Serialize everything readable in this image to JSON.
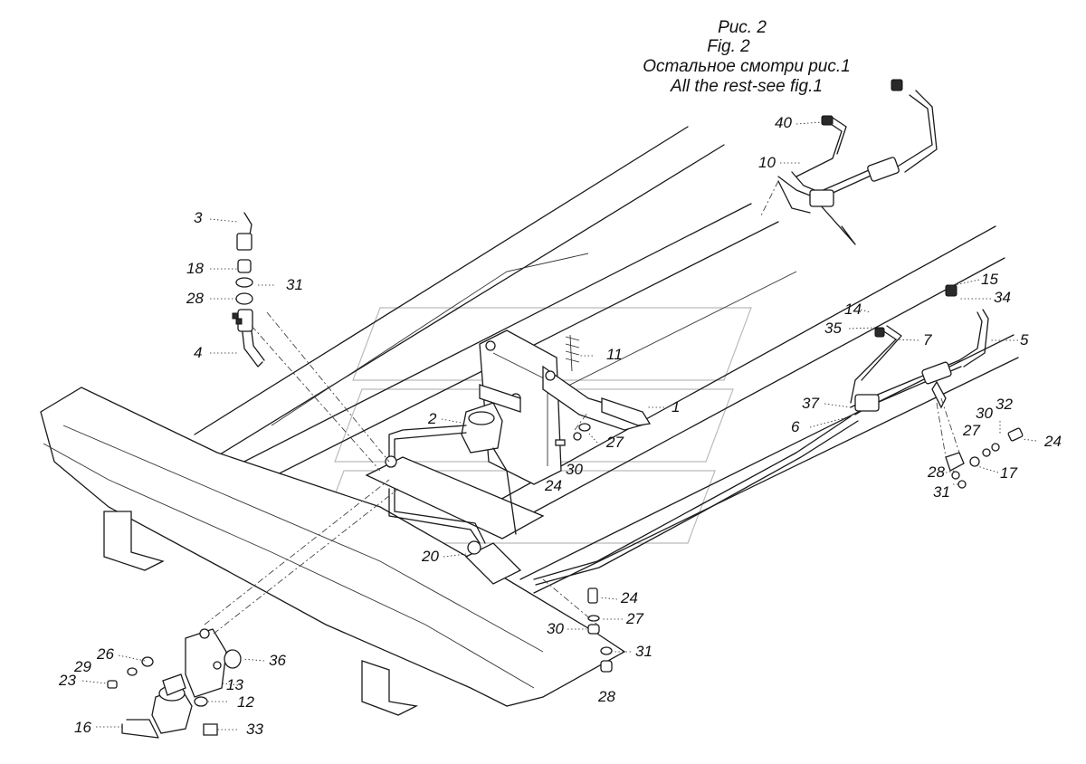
{
  "captions": {
    "fig_ru": "Рис. 2",
    "fig_en": "Fig. 2",
    "rest_ru": "Остальное смотри рис.1",
    "rest_en": "All the rest-see fig.1"
  },
  "callouts": {
    "n1": "1",
    "n2": "2",
    "n3": "3",
    "n4": "4",
    "n5": "5",
    "n6": "6",
    "n7": "7",
    "n10": "10",
    "n11": "11",
    "n12": "12",
    "n13": "13",
    "n14": "14",
    "n15": "15",
    "n16": "16",
    "n17": "17",
    "n18": "18",
    "n20": "20",
    "n23": "23",
    "n24a": "24",
    "n24b": "24",
    "n24c": "24",
    "n26": "26",
    "n27a": "27",
    "n27b": "27",
    "n27c": "27",
    "n28a": "28",
    "n28b": "28",
    "n28c": "28",
    "n29": "29",
    "n30a": "30",
    "n30b": "30",
    "n30c": "30",
    "n31a": "31",
    "n31b": "31",
    "n31c": "31",
    "n32": "32",
    "n33": "33",
    "n34": "34",
    "n35": "35",
    "n36": "36",
    "n37": "37",
    "n40": "40"
  }
}
